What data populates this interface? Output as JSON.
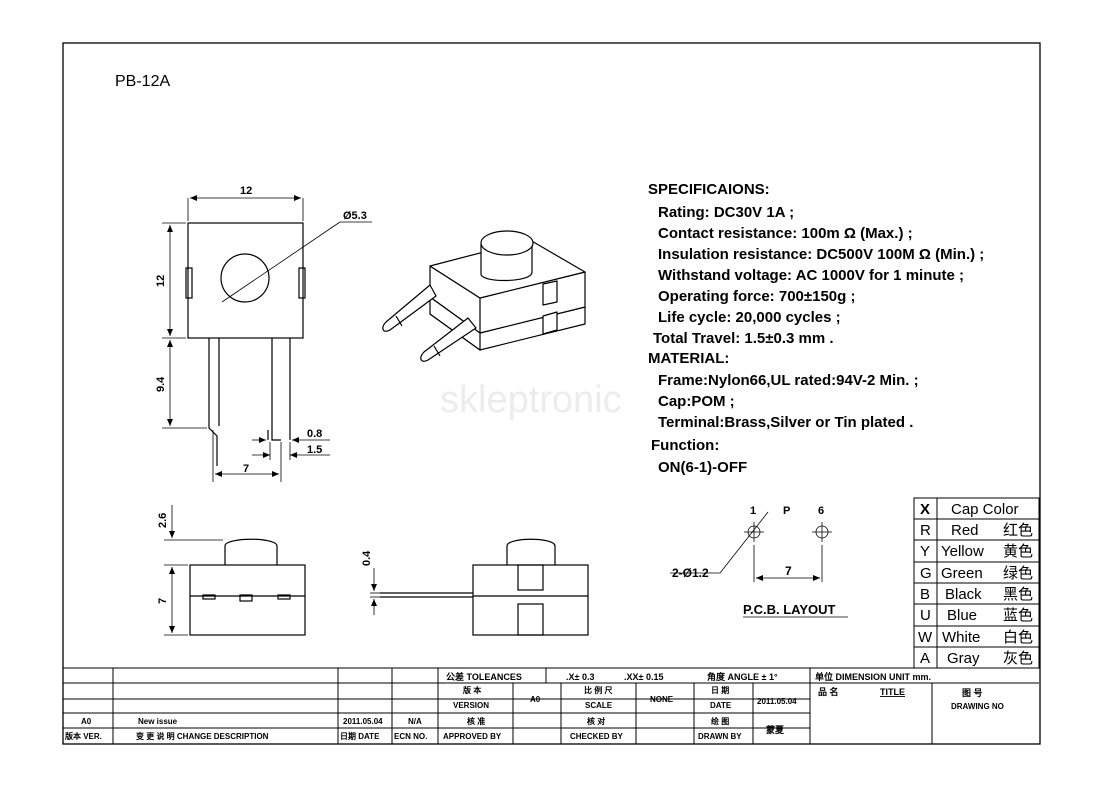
{
  "part_number": "PB-12A",
  "watermark": "skleptronic",
  "specs": {
    "title": "SPECIFICAIONS:",
    "lines": [
      "Rating:  DC30V 1A ;",
      "Contact resistance:  100m Ω  (Max.) ;",
      "Insulation resistance:  DC500V   100M Ω (Min.) ;",
      "Withstand voltage:  AC 1000V for 1 minute ;",
      "Operating force:  700±150g ;",
      "Life  cycle:    20,000 cycles ;",
      "Total Travel:  1.5±0.3 mm ."
    ],
    "material_title": "MATERIAL:",
    "material_lines": [
      "Frame:Nylon66,UL rated:94V-2 Min. ;",
      "Cap:POM ;",
      "Terminal:Brass,Silver or Tin plated ."
    ],
    "function_title": "Function:",
    "function_line": "ON(6-1)-OFF"
  },
  "dimensions": {
    "width": "12",
    "hole": "Ø5.3",
    "height": "12",
    "pin_length": "9.4",
    "pin_width": "0.8",
    "pin_thickness": "1.5",
    "pin_pitch": "7",
    "cap_height": "2.6",
    "body_height": "7",
    "terminal_thk": "0.4"
  },
  "pcb": {
    "pin1": "1",
    "pinP": "P",
    "pin6": "6",
    "hole": "2-Ø1.2",
    "pitch": "7",
    "title": "P.C.B. LAYOUT"
  },
  "cap_color": {
    "header_code": "X",
    "header_label": "Cap Color",
    "rows": [
      {
        "code": "R",
        "name": "Red",
        "cn": "红色"
      },
      {
        "code": "Y",
        "name": "Yellow",
        "cn": "黄色"
      },
      {
        "code": "G",
        "name": "Green",
        "cn": "绿色"
      },
      {
        "code": "B",
        "name": "Black",
        "cn": "黑色"
      },
      {
        "code": "U",
        "name": "Blue",
        "cn": "蓝色"
      },
      {
        "code": "W",
        "name": "White",
        "cn": "白色"
      },
      {
        "code": "A",
        "name": "Gray",
        "cn": "灰色"
      }
    ]
  },
  "title_block": {
    "tolerances": "公差 TOLEANCES",
    "tol_x": ".X± 0.3",
    "tol_xx": ".XX± 0.15",
    "angle": "角度 ANGLE ± 1°",
    "unit": "单位  DIMENSION UNIT    mm.",
    "version_cn": "版 本",
    "version_en": "VERSION",
    "version_val": "A0",
    "scale_cn": "比 例 尺",
    "scale_en": "SCALE",
    "scale_val": "NONE",
    "date_cn": "日 期",
    "date_en": "DATE",
    "date_val": "2011.05.04",
    "pinming": "品 名",
    "title_en": "TITLE",
    "drawing_cn": "图  号",
    "drawing_en": "DRAWING NO",
    "approved_cn": "核 准",
    "approved_en": "APPROVED BY",
    "checked_cn": "核 对",
    "checked_en": "CHECKED BY",
    "drawn_cn": "绘 图",
    "drawn_en": "DRAWN BY",
    "drawn_val": "蒙夏",
    "rev_ver": "A0",
    "rev_desc": "New issue",
    "rev_date": "2011.05.04",
    "rev_ecn": "N/A",
    "hdr_ver": "版本 VER.",
    "hdr_desc": "变 更 说 明  CHANGE DESCRIPTION",
    "hdr_date": "日期 DATE",
    "hdr_ecn": "ECN NO."
  }
}
